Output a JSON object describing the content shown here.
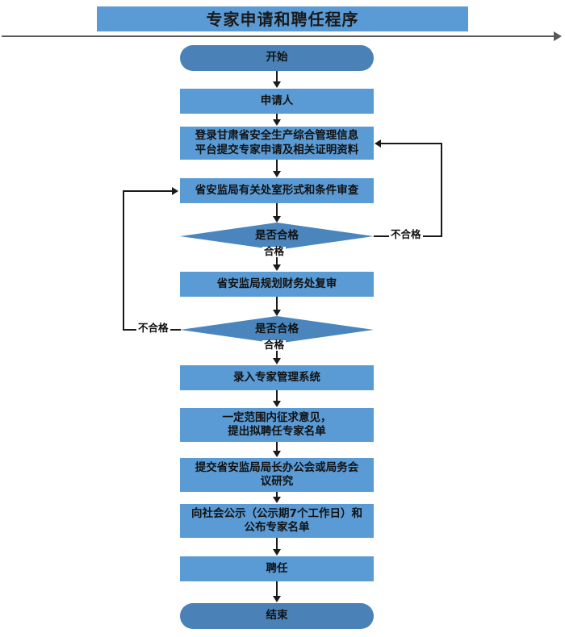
{
  "title": {
    "text": "专家申请和聘任程序"
  },
  "flow": {
    "nodes": [
      {
        "id": "start",
        "shape": "terminator",
        "label": "开始"
      },
      {
        "id": "applicant",
        "shape": "process",
        "label": "申请人"
      },
      {
        "id": "submit",
        "shape": "process",
        "label": "登录甘肃省安全生产综合管理信息\n平台提交专家申请及相关证明资料"
      },
      {
        "id": "review1",
        "shape": "process",
        "label": "省安监局有关处室形式和条件审查"
      },
      {
        "id": "decision1",
        "shape": "decision",
        "label": "是否合格"
      },
      {
        "id": "review2",
        "shape": "process",
        "label": "省安监局规划财务处复审"
      },
      {
        "id": "decision2",
        "shape": "decision",
        "label": "是否合格"
      },
      {
        "id": "enter",
        "shape": "process",
        "label": "录入专家管理系统"
      },
      {
        "id": "consult",
        "shape": "process",
        "label": "一定范围内征求意见，\n提出拟聘任专家名单"
      },
      {
        "id": "meeting",
        "shape": "process",
        "label": "提交省安监局局长办公会或局务会\n议研究"
      },
      {
        "id": "publicize",
        "shape": "process",
        "label": "向社会公示（公示期7个工作日）和\n公布专家名单"
      },
      {
        "id": "appoint",
        "shape": "process",
        "label": "聘任"
      },
      {
        "id": "end",
        "shape": "terminator",
        "label": "结束"
      }
    ],
    "edge_labels": {
      "decision1_fail": "不合格",
      "decision1_pass": "合格",
      "decision2_fail": "不合格",
      "decision2_pass": "合格"
    }
  },
  "colors": {
    "process_fill": "#5B9BD5",
    "terminator_fill": "#4A82B8",
    "decision_fill": "#4A86BD",
    "connector": "#1a1a1a",
    "rule": "#595959",
    "text": "#111111"
  }
}
